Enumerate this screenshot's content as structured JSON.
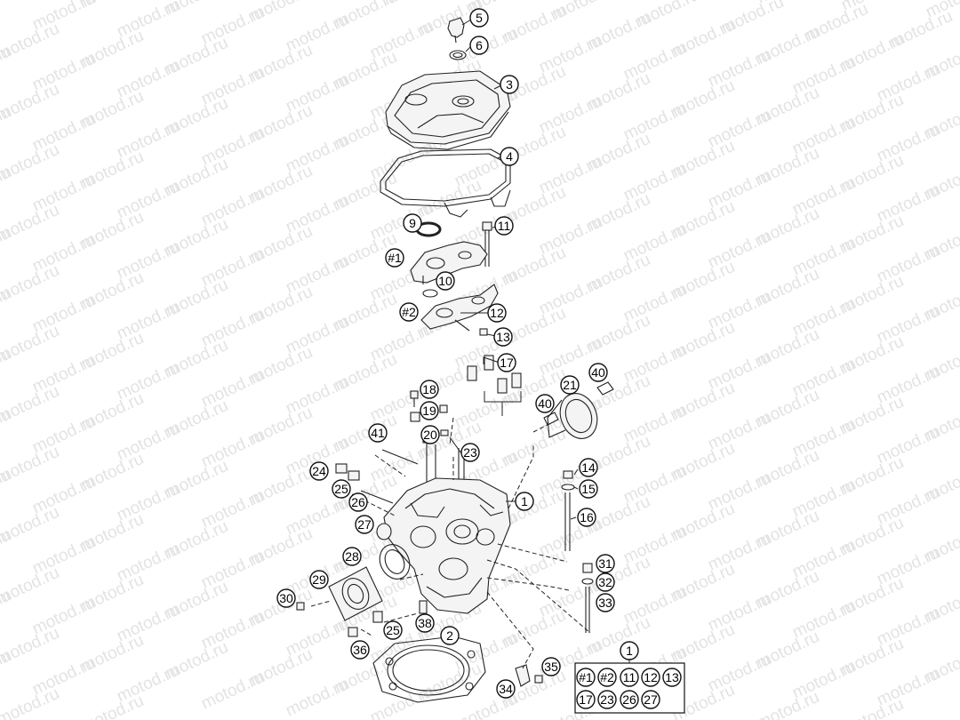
{
  "watermark": "motod.ru",
  "callouts": [
    {
      "id": "c5",
      "label": "5"
    },
    {
      "id": "c6",
      "label": "6"
    },
    {
      "id": "c3",
      "label": "3"
    },
    {
      "id": "c4",
      "label": "4"
    },
    {
      "id": "c9",
      "label": "9"
    },
    {
      "id": "c11a",
      "label": "11"
    },
    {
      "id": "c1a",
      "label": "#1"
    },
    {
      "id": "c10",
      "label": "10"
    },
    {
      "id": "c2a",
      "label": "#2"
    },
    {
      "id": "c12",
      "label": "12"
    },
    {
      "id": "c13",
      "label": "13"
    },
    {
      "id": "c17",
      "label": "17"
    },
    {
      "id": "c40a",
      "label": "40"
    },
    {
      "id": "c21",
      "label": "21"
    },
    {
      "id": "c18",
      "label": "18"
    },
    {
      "id": "c40b",
      "label": "40"
    },
    {
      "id": "c19",
      "label": "19"
    },
    {
      "id": "c41",
      "label": "41"
    },
    {
      "id": "c20",
      "label": "20"
    },
    {
      "id": "c23",
      "label": "23"
    },
    {
      "id": "c24",
      "label": "24"
    },
    {
      "id": "c14",
      "label": "14"
    },
    {
      "id": "c25a",
      "label": "25"
    },
    {
      "id": "c15",
      "label": "15"
    },
    {
      "id": "c26",
      "label": "26"
    },
    {
      "id": "c1b",
      "label": "1"
    },
    {
      "id": "c16",
      "label": "16"
    },
    {
      "id": "c27",
      "label": "27"
    },
    {
      "id": "c28",
      "label": "28"
    },
    {
      "id": "c31",
      "label": "31"
    },
    {
      "id": "c29",
      "label": "29"
    },
    {
      "id": "c32",
      "label": "32"
    },
    {
      "id": "c30",
      "label": "30"
    },
    {
      "id": "c33",
      "label": "33"
    },
    {
      "id": "c38",
      "label": "38"
    },
    {
      "id": "c25b",
      "label": "25"
    },
    {
      "id": "c2",
      "label": "2"
    },
    {
      "id": "c36",
      "label": "36"
    },
    {
      "id": "c1c",
      "label": "1"
    },
    {
      "id": "c35",
      "label": "35"
    },
    {
      "id": "c34",
      "label": "34"
    }
  ],
  "kit_items": [
    "#1",
    "#2",
    "11",
    "12",
    "13",
    "17",
    "23",
    "26",
    "27"
  ]
}
